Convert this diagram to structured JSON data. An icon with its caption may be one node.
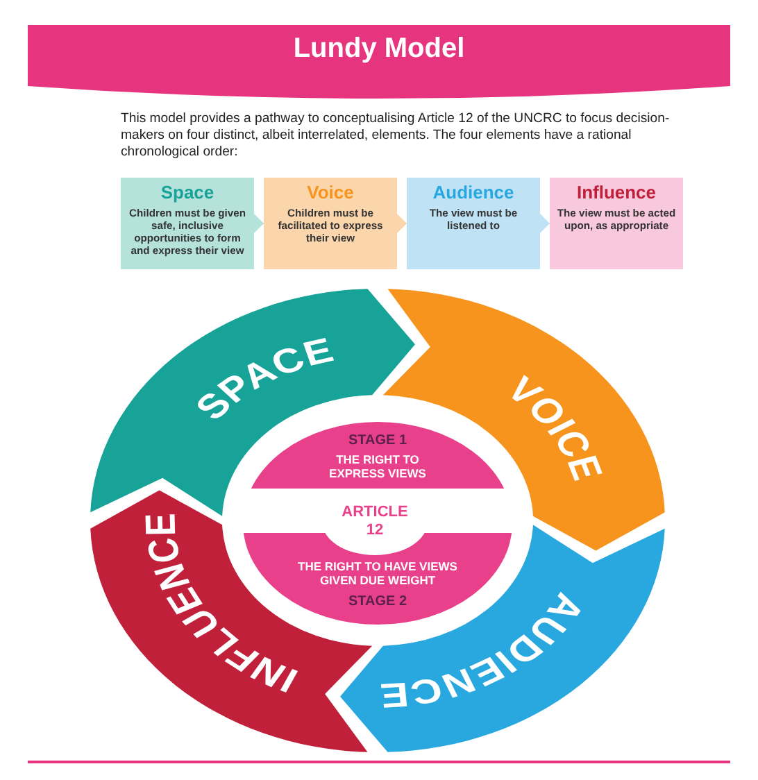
{
  "diagram": {
    "title": "Lundy Model",
    "nodes": [
      {
        "text": [
          "Space",
          "Children must be given safe, inclusive opportunities to form and express their view"
        ]
      },
      {
        "text": [
          "Voice",
          "Children must be facilitated to express their view"
        ]
      },
      {
        "text": [
          "Audience",
          "The view must be listened to"
        ]
      },
      {
        "text": [
          "Influence",
          "The view must be acted upon, as appropriate"
        ]
      },
      {
        "text": [
          "SPACE"
        ]
      },
      {
        "text": [
          "VOICE"
        ]
      },
      {
        "text": [
          "AUDIENCE"
        ]
      },
      {
        "text": [
          "INFLUENCE"
        ]
      },
      {
        "text": [
          "STAGE 1",
          "THE RIGHT TO EXPRESS VIEWS"
        ]
      },
      {
        "text": [
          "ARTICLE 12"
        ]
      },
      {
        "text": [
          "THE RIGHT TO HAVE VIEWS GIVEN DUE WEIGHT",
          "STAGE 2"
        ]
      }
    ],
    "edges": [
      {
        "from": 0,
        "to": 1,
        "arrow": "to"
      },
      {
        "from": 1,
        "to": 2,
        "arrow": "to"
      },
      {
        "from": 2,
        "to": 3,
        "arrow": "to"
      }
    ],
    "labels": [
      "This model provides a pathway to conceptualising Article 12 of the UNCRC to focus decision-makers on four distinct, albeit interrelated, elements. The four elements have a rational chronological order:"
    ]
  }
}
